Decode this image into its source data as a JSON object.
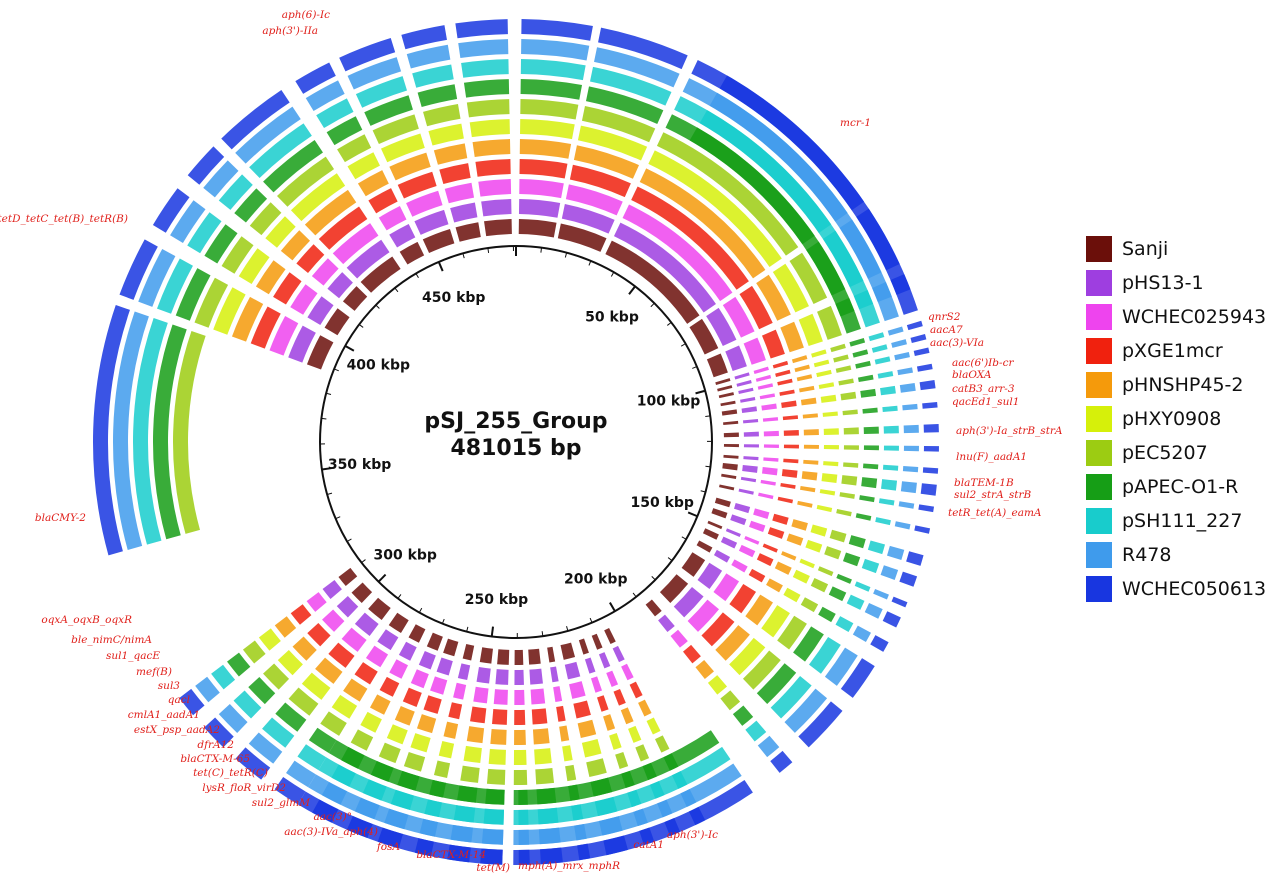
{
  "center": {
    "title": "pSJ_255_Group",
    "subtitle": "481015 bp"
  },
  "genome_length": 481015,
  "tick_labels": [
    {
      "value": 50000,
      "label": "50 kbp"
    },
    {
      "value": 100000,
      "label": "100 kbp"
    },
    {
      "value": 150000,
      "label": "150 kbp"
    },
    {
      "value": 200000,
      "label": "200 kbp"
    },
    {
      "value": 250000,
      "label": "250 kbp"
    },
    {
      "value": 300000,
      "label": "300 kbp"
    },
    {
      "value": 350000,
      "label": "350 kbp"
    },
    {
      "value": 400000,
      "label": "400 kbp"
    },
    {
      "value": 450000,
      "label": "450 kbp"
    }
  ],
  "legend": [
    {
      "name": "Sanji",
      "color": "#6b0f0a"
    },
    {
      "name": "pHS13-1",
      "color": "#9e3ee0"
    },
    {
      "name": "WCHEC025943",
      "color": "#ee44ee"
    },
    {
      "name": "pXGE1mcr",
      "color": "#f0210e"
    },
    {
      "name": "pHNSHP45-2",
      "color": "#f59a0b"
    },
    {
      "name": "pHXY0908",
      "color": "#d6f00a"
    },
    {
      "name": "pEC5207",
      "color": "#9ccc12"
    },
    {
      "name": "pAPEC-O1-R",
      "color": "#169e16"
    },
    {
      "name": "pSH111_227",
      "color": "#18cccc"
    },
    {
      "name": "R478",
      "color": "#3f9bec"
    },
    {
      "name": "WCHEC050613",
      "color": "#1836e0"
    }
  ],
  "gene_labels": [
    "aph(6)-Ic",
    "aph(3')-IIa",
    "mcr-1",
    "tetD_tetC_tet(B)_tetR(B)",
    "qnrS2",
    "aacA7",
    "aac(3)-VIa",
    "aac(6')Ib-cr",
    "blaOXA",
    "catB3_arr-3",
    "qacEd1_sul1",
    "aph(3')-Ia_strB_strA",
    "lnu(F)_aadA1",
    "blaTEM-1B",
    "sul2_strA_strB",
    "tetR_tet(A)_eamA",
    "blaCMY-2",
    "oqxA_oqxB_oqxR",
    "ble_nimC/nimA",
    "sul1_qacE",
    "mef(B)",
    "sul3",
    "qacl",
    "cmlA1_aadA1",
    "estX_psp_aadA2",
    "dfrA12",
    "blaCTX-M-65",
    "tet(C)_tetR(C)",
    "lysR_floR_virD2",
    "sul2_glmM",
    "aac(3)°",
    "aac(3)-IVa_aph(4)",
    "fosA",
    "blaCTX-M-14",
    "tet(M)",
    "mph(A)_mrx_mphR",
    "catA1",
    "aph(3')-Ic"
  ]
}
